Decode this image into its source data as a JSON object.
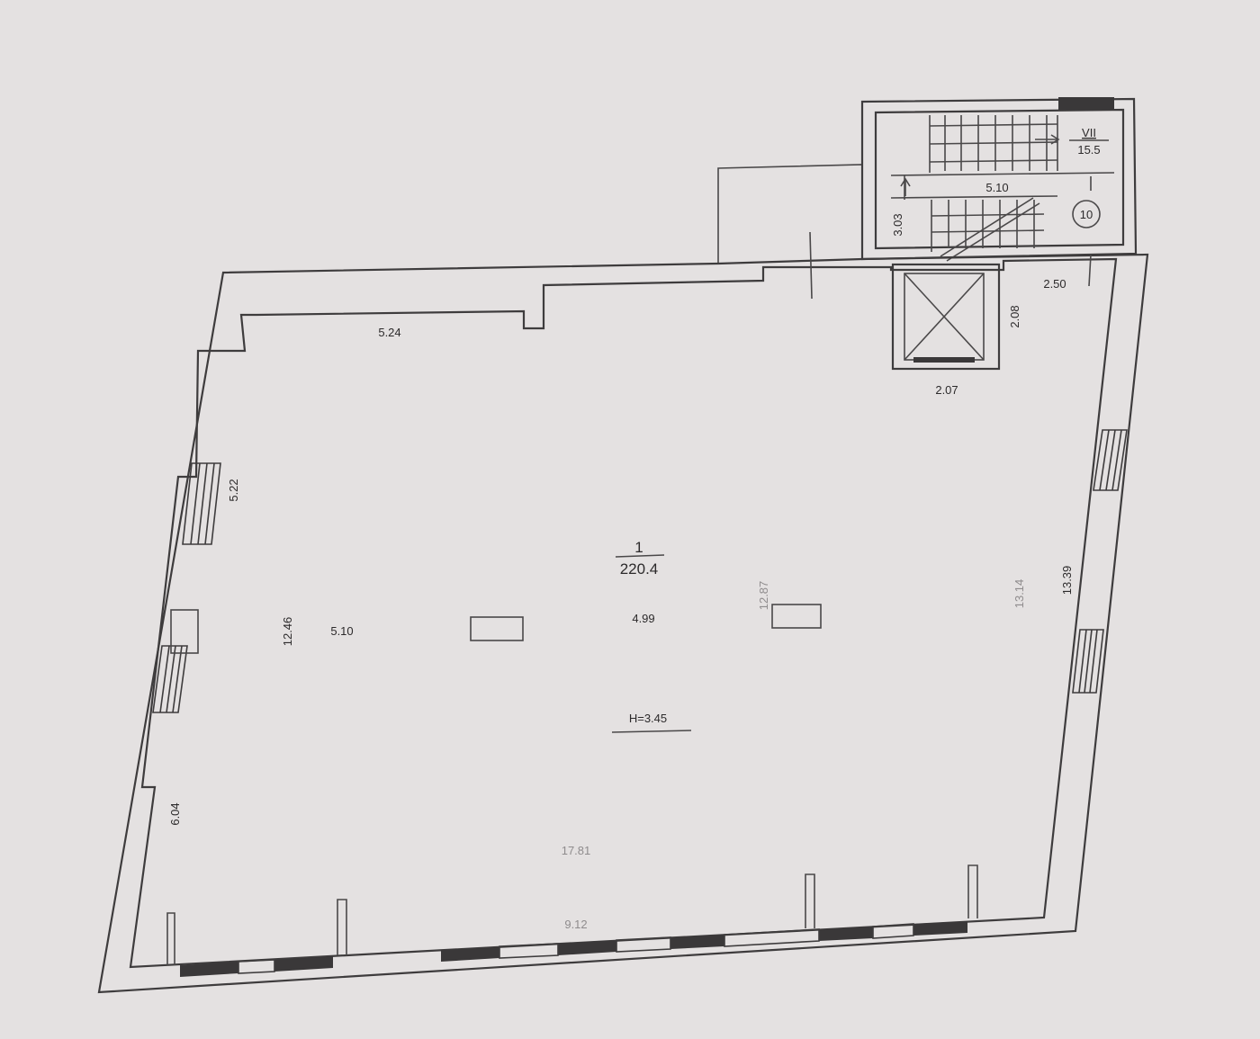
{
  "room": {
    "number": "1",
    "area": "220.4",
    "height": "H=3.45"
  },
  "stair": {
    "number": "VII",
    "area": "15.5",
    "width": "5.10",
    "depth": "3.03",
    "marker": "10"
  },
  "dims": {
    "top_wall": "5.24",
    "left_upper": "5.22",
    "left_lower": "6.04",
    "inner_left": "12.46",
    "span_left": "5.10",
    "span_mid": "4.99",
    "inner_right": "12.87",
    "right_inner": "13.14",
    "right_outer": "13.39",
    "bottom_inner": "17.81",
    "bottom_seg": "9.12",
    "lift_width": "2.07",
    "lift_depth": "2.08",
    "corridor": "2.50"
  }
}
